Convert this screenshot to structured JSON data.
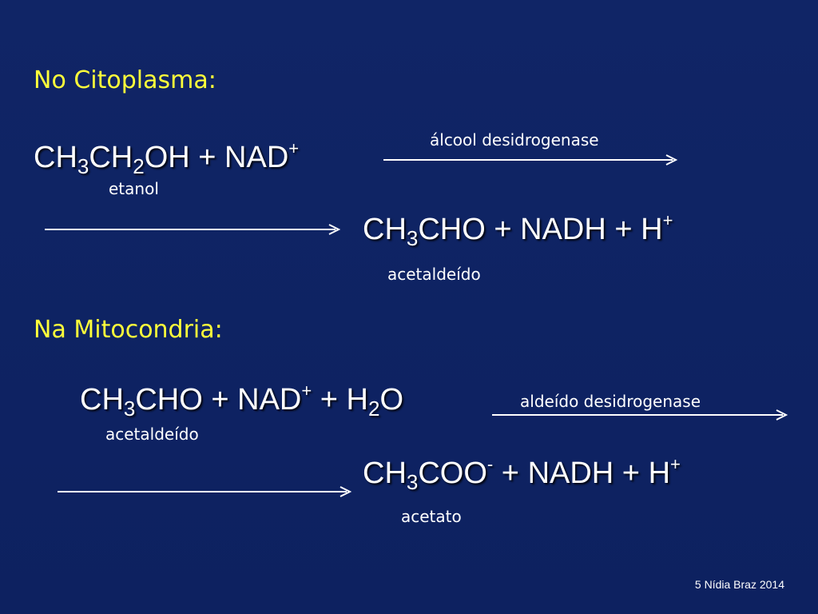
{
  "slide": {
    "section1": {
      "heading": "No Citoplasma:",
      "reaction1": {
        "reactant1": {
          "c": "CH",
          "s1": "3",
          "m": "CH",
          "s2": "2",
          "e": "OH"
        },
        "plus1": " + ",
        "reactant2": {
          "base": "NAD",
          "charge": "+"
        },
        "reactant1_label": "etanol",
        "enzyme": "álcool desidrogenase",
        "product1": {
          "c": "CH",
          "s1": "3",
          "e": "CHO"
        },
        "plus2": " + ",
        "product2": "NADH",
        "plus3": " + ",
        "product3": {
          "base": "H",
          "charge": "+"
        },
        "product1_label": "acetaldeído"
      }
    },
    "section2": {
      "heading": "Na Mitocondria:",
      "reaction2": {
        "reactant1": {
          "c": "CH",
          "s1": "3",
          "e": "CHO"
        },
        "plus1": " + ",
        "reactant2": {
          "base": "NAD",
          "charge": "+"
        },
        "plus2": " + ",
        "reactant3": {
          "c": "H",
          "s1": "2",
          "e": "O"
        },
        "reactant1_label": "acetaldeído",
        "enzyme": "aldeído desidrogenase",
        "product1": {
          "c": "CH",
          "s1": "3",
          "e": "COO",
          "charge": "-"
        },
        "plus3": " + ",
        "product2": "NADH",
        "plus4": " + ",
        "product3": {
          "base": "H",
          "charge": "+"
        },
        "product1_label": "acetato"
      }
    },
    "footer": "5 Nídia Braz 2014",
    "colors": {
      "background": "#0e2260",
      "heading": "#ffff3a",
      "text": "#ffffff"
    }
  }
}
